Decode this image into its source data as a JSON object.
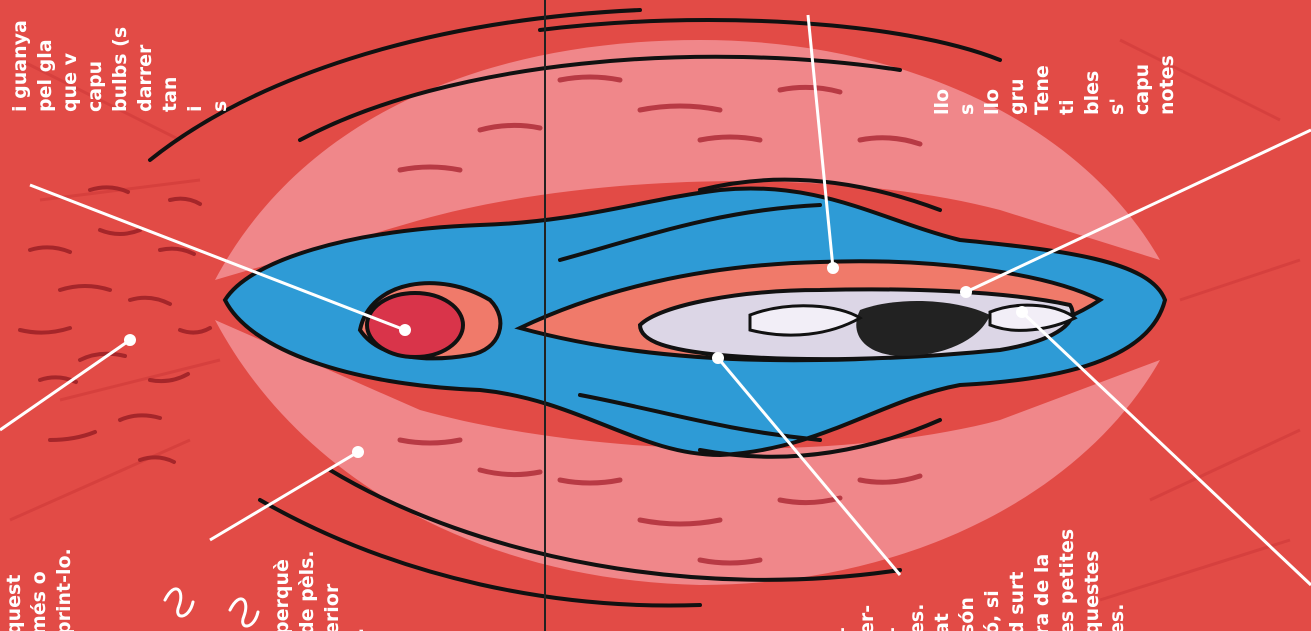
{
  "colors": {
    "background": "#e24b46",
    "outer_lips": "#f0878a",
    "inner_lips": "#2e9bd6",
    "vestibule": "#f07a6a",
    "clitoris": "#d9344a",
    "opening": "#dcd6e6",
    "outline": "#111111",
    "text": "#ffffff",
    "leader_line": "#ffffff"
  },
  "text_blocks": {
    "top_left": [
      "i guanya",
      "pel gla",
      "que v",
      "capu",
      "bulbs (s",
      "darrer",
      "tan",
      "i",
      "s"
    ],
    "top_right": [
      "llo",
      "s",
      "llo",
      "gru",
      "Tene",
      "ti",
      "bles",
      "s'",
      "capu",
      "notes"
    ],
    "bottom_left": [
      "quest",
      "més o",
      "print-lo."
    ],
    "bottom_mid": [
      "perquè",
      "de pèls.",
      "erior",
      "."
    ],
    "bottom_center": [
      "-",
      "er-",
      "-",
      "es.",
      "at",
      "són",
      "ó, si",
      "d surt",
      "ra de la",
      "es petites",
      "questes",
      "es."
    ]
  }
}
